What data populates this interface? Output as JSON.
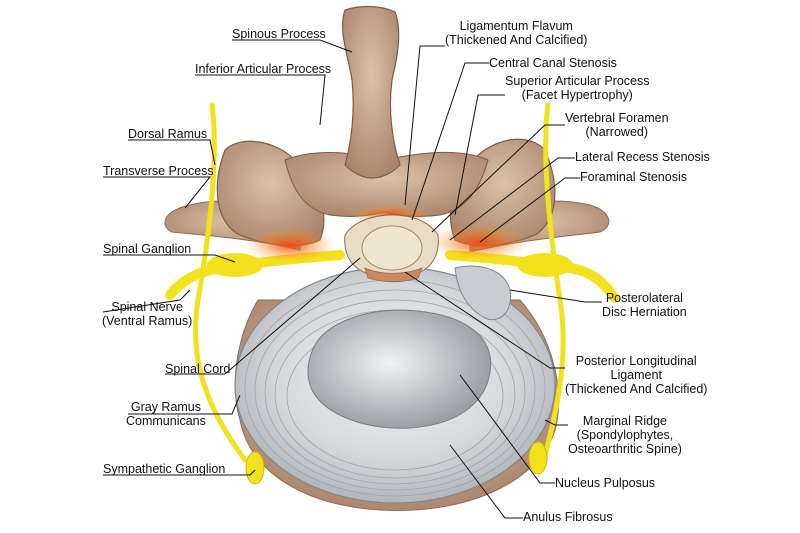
{
  "labels": {
    "spinous_process": "Spinous Process",
    "inferior_articular_process": "Inferior Articular Process",
    "dorsal_ramus": "Dorsal Ramus",
    "transverse_process": "Transverse Process",
    "spinal_ganglion": "Spinal Ganglion",
    "spinal_nerve_1": "Spinal Nerve",
    "spinal_nerve_2": "(Ventral Ramus)",
    "spinal_cord": "Spinal Cord",
    "gray_ramus_1": "Gray Ramus",
    "gray_ramus_2": "Communicans",
    "sympathetic_ganglion": "Sympathetic Ganglion",
    "ligamentum_flavum_1": "Ligamentum Flavum",
    "ligamentum_flavum_2": "(Thickened And Calcified)",
    "central_canal_stenosis": "Central Canal Stenosis",
    "superior_articular_1": "Superior Articular Process",
    "superior_articular_2": "(Facet Hypertrophy)",
    "vertebral_foramen_1": "Vertebral Foramen",
    "vertebral_foramen_2": "(Narrowed)",
    "lateral_recess_stenosis": "Lateral Recess Stenosis",
    "foraminal_stenosis": "Foraminal Stenosis",
    "posterolateral_1": "Posterolateral",
    "posterolateral_2": "Disc Herniation",
    "pll_1": "Posterior Longitudinal",
    "pll_2": "Ligament",
    "pll_3": "(Thickened And Calcified)",
    "marginal_ridge_1": "Marginal Ridge",
    "marginal_ridge_2": "(Spondylophytes,",
    "marginal_ridge_3": "Osteoarthritic Spine)",
    "nucleus_pulposus": "Nucleus Pulposus",
    "anulus_fibrosus": "Anulus Fibrosus"
  },
  "colors": {
    "bone": "#c8a98c",
    "bone_shadow": "#8e6b55",
    "nerve": "#f2e21e",
    "inflammation": "#f0561e",
    "disc": "#d9dcdf",
    "disc_line": "#8f959b",
    "leader": "#111111"
  }
}
